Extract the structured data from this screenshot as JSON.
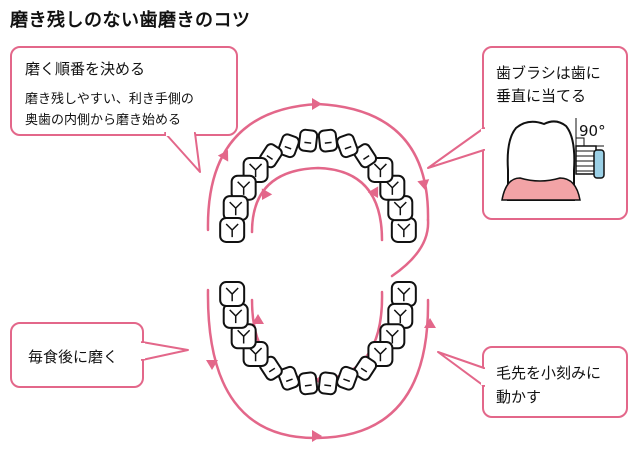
{
  "title": "磨き残しのない歯磨きのコツ",
  "tip_order": {
    "heading": "磨く順番を決める",
    "line1": "磨き残しやすい、利き手側の",
    "line2": "奥歯の内側から磨き始める"
  },
  "tip_brush": {
    "line1": "歯ブラシは歯に",
    "line2": "垂直に当てる",
    "angle_label": "90°"
  },
  "tip_after_meal": {
    "text": "毎食後に磨く"
  },
  "tip_motion": {
    "line1": "毛先を小刻みに",
    "line2": "動かす"
  },
  "colors": {
    "accent": "#e3678a",
    "gum": "#f2a3a6",
    "brush_head": "#9bd0e6",
    "tooth_stroke": "#111111"
  },
  "icons": [
    "upper-teeth-arch",
    "lower-teeth-arch",
    "brushing-path-arrows",
    "molar-with-brush-icon"
  ]
}
